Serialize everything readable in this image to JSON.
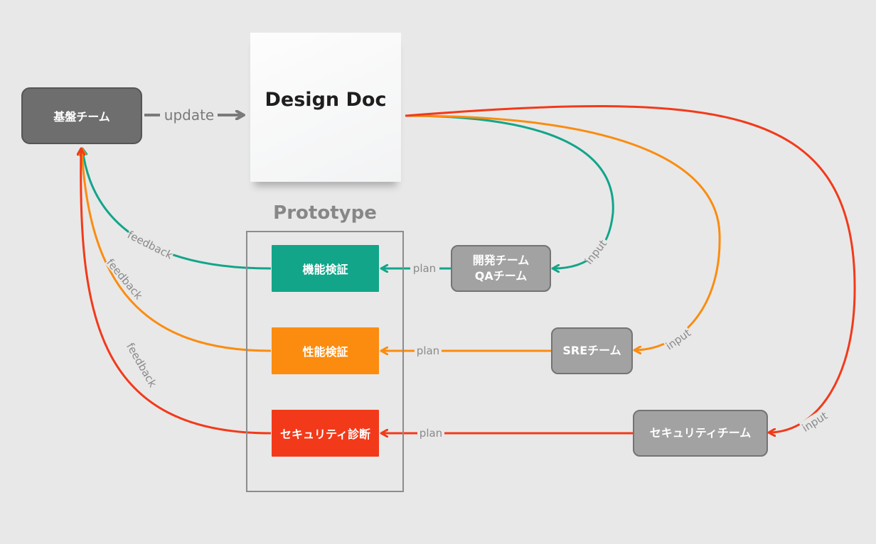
{
  "nodes": {
    "platform_team": "基盤チーム",
    "design_doc": "Design Doc",
    "prototype": "Prototype",
    "functional_test": "機能検証",
    "performance_test": "性能検証",
    "security_assessment": "セキュリティ診断",
    "dev_team_line1": "開発チーム",
    "dev_team_line2": "QAチーム",
    "sre_team": "SREチーム",
    "security_team": "セキュリティチーム"
  },
  "edges": {
    "update": "update",
    "plan": "plan",
    "input": "input",
    "feedback": "feedback"
  },
  "colors": {
    "green": "#12a58a",
    "orange": "#fb8c0f",
    "red": "#f23a1a",
    "gray_arrow": "#7a7a7a",
    "label_gray": "#8a8a8a"
  }
}
